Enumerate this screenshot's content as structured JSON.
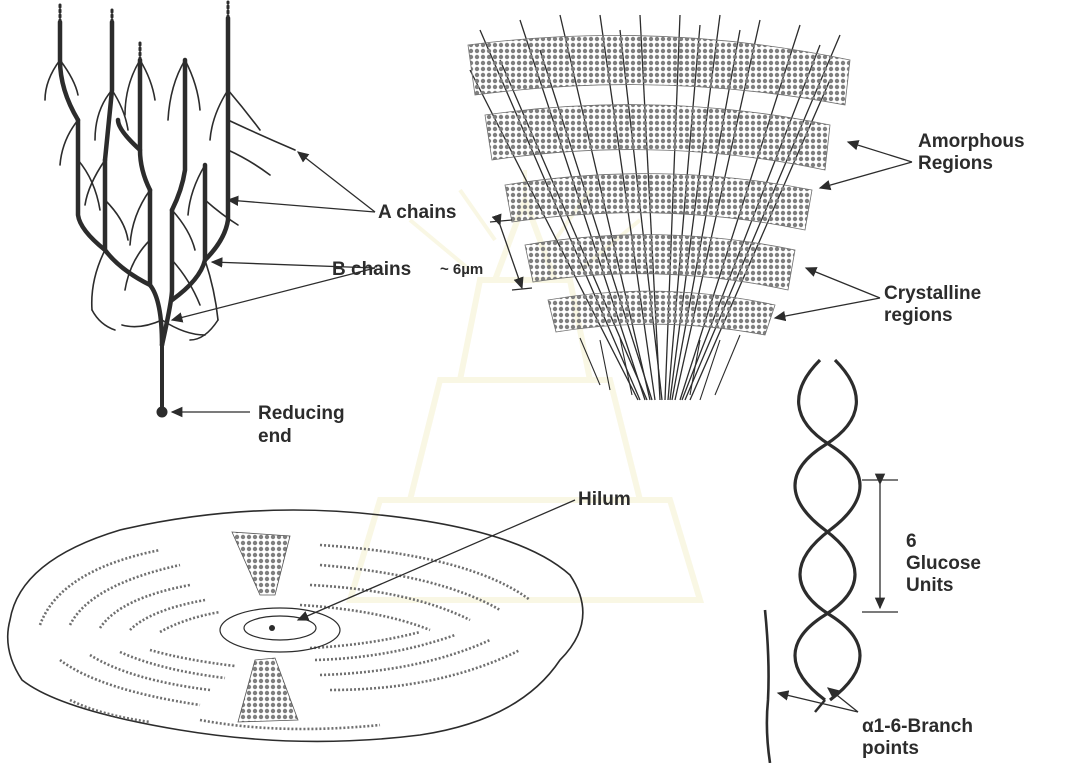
{
  "labels": {
    "a_chains": "A chains",
    "b_chains": "B chains",
    "reducing_end_line1": "Reducing",
    "reducing_end_line2": "end",
    "amorphous_line1": "Amorphous",
    "amorphous_line2": "Regions",
    "crystalline_line1": "Crystalline",
    "crystalline_line2": "regions",
    "six_um": "~ 6µm",
    "hilum": "Hilum",
    "glucose_line1": "6",
    "glucose_line2": "Glucose",
    "glucose_line3": "Units",
    "branch_line1": "α1-6-Branch",
    "branch_line2": "points"
  },
  "colors": {
    "ink": "#2c2c2c",
    "gray_cluster": "#8a8a8a",
    "watermark": "#c8b400"
  }
}
